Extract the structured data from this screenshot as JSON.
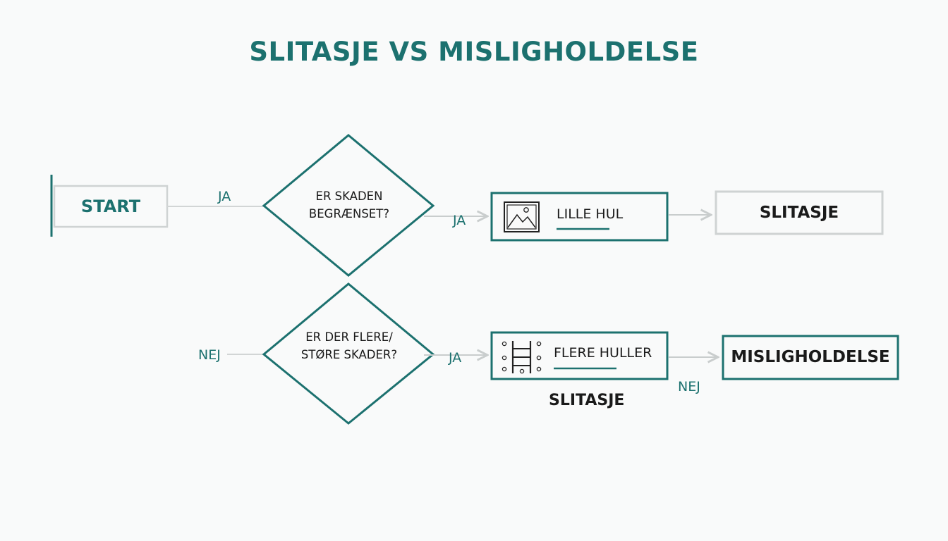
{
  "title": "SLITASJE VS MISLIGHOLDELSE",
  "start": {
    "label": "START"
  },
  "decision1": {
    "line1": "ER SKADEN",
    "line2": "BEGRÆNSET?"
  },
  "decision2": {
    "line1": "ER DER FLERE/",
    "line2": "STØRE SKADER?"
  },
  "edges": {
    "start_to_d1": "JA",
    "d1_to_hole": "JA",
    "to_d2": "NEJ",
    "d2_to_holes": "JA",
    "holes_to_result": "NEJ"
  },
  "node_small_hole": {
    "label": "LILLE HUL",
    "icon": "image-icon"
  },
  "node_more_holes": {
    "label": "FLERE HULLER",
    "icon": "holes-frame-icon"
  },
  "result_top": {
    "label": "SLITASJE"
  },
  "result_bottom": {
    "label": "MISLIGHOLDELSE"
  },
  "caption_below": "SLITASJE",
  "colors": {
    "accent": "#1c716f",
    "neutral_border": "#cfd3d3",
    "arrow": "#c9cdcd",
    "background": "#f9fafa"
  }
}
